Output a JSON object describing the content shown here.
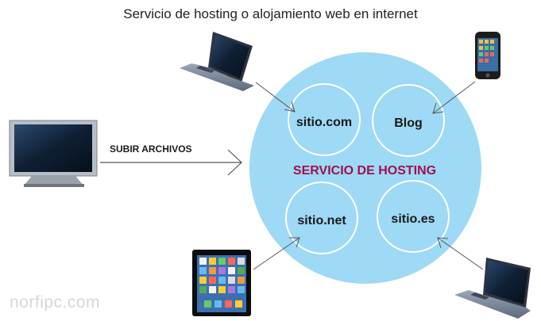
{
  "title": "Servicio de hosting o alojamiento web en internet",
  "upload_label": "SUBIR ARCHIVOS",
  "hosting_label": "SERVICIO DE HOSTING",
  "sites": [
    "sitio.com",
    "Blog",
    "sitio.net",
    "sitio.es"
  ],
  "watermark": "norfipc.com",
  "colors": {
    "hosting_cloud": "#9ed9f5",
    "hosting_text": "#a0114e",
    "site_text": "#1a1a1a",
    "arrow": "#555555"
  },
  "devices": [
    "laptop-icon",
    "smartphone-icon",
    "monitor-icon",
    "tablet-icon",
    "laptop-icon"
  ]
}
